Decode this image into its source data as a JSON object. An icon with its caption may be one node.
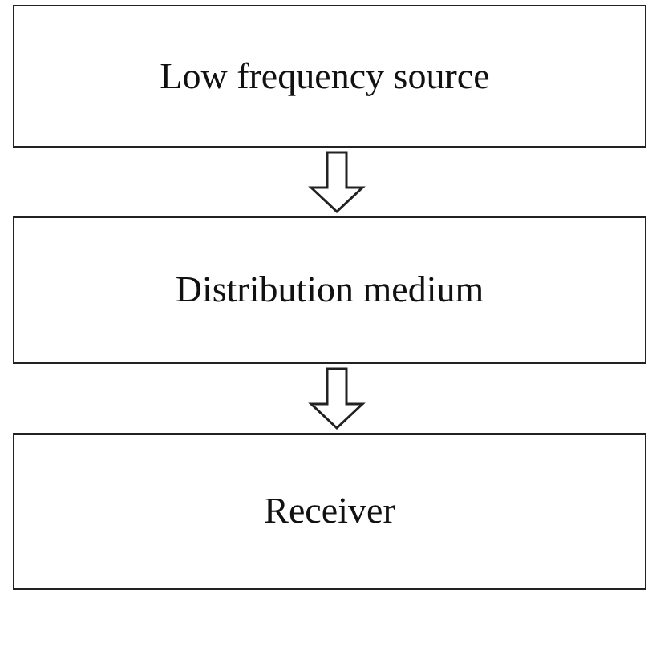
{
  "diagram": {
    "nodes": [
      {
        "text": [
          "Low frequency source"
        ]
      },
      {
        "text": [
          "Distribution medium"
        ]
      },
      {
        "text": [
          "Receiver"
        ]
      }
    ],
    "edges": [
      {
        "from": 0,
        "to": 1,
        "arrow": "to"
      },
      {
        "from": 1,
        "to": 2,
        "arrow": "to"
      }
    ]
  }
}
